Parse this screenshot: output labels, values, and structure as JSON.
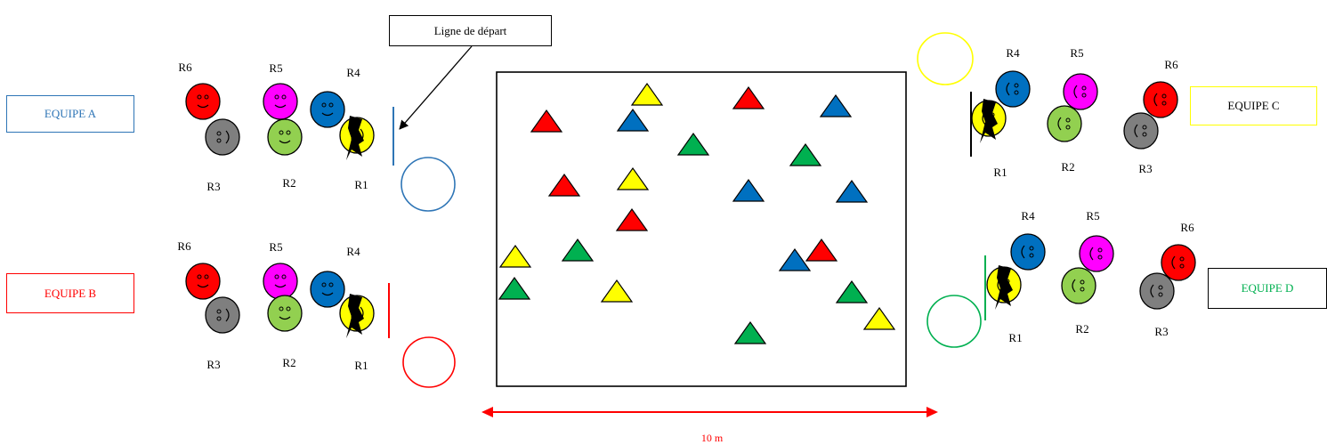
{
  "callout": {
    "text": "Ligne de départ"
  },
  "distance": {
    "text": "10 m",
    "color": "#ff0000"
  },
  "player_colors": {
    "R1": "#ffff00",
    "R2": "#92d050",
    "R3": "#7f7f7f",
    "R4": "#0070c0",
    "R5": "#ff00ff",
    "R6": "#ff0000"
  },
  "cone_colors": {
    "red": "#ff0000",
    "blue": "#0070c0",
    "yellow": "#ffff00",
    "green": "#00b050"
  },
  "teams": [
    {
      "key": "a",
      "name": "EQUIPE A",
      "color": "#2e75b6",
      "labels": {
        "R1": "R1",
        "R2": "R2",
        "R3": "R3",
        "R4": "R4",
        "R5": "R5",
        "R6": "R6"
      }
    },
    {
      "key": "b",
      "name": "EQUIPE B",
      "color": "#ff0000",
      "labels": {
        "R1": "R1",
        "R2": "R2",
        "R3": "R3",
        "R4": "R4",
        "R5": "R5",
        "R6": "R6"
      }
    },
    {
      "key": "c",
      "name": "EQUIPE C",
      "color": "#ffff00",
      "labels": {
        "R1": "R1",
        "R2": "R2",
        "R3": "R3",
        "R4": "R4",
        "R5": "R5",
        "R6": "R6"
      }
    },
    {
      "key": "d",
      "name": "EQUIPE D",
      "color": "#00b050",
      "labels": {
        "R1": "R1",
        "R2": "R2",
        "R3": "R3",
        "R4": "R4",
        "R5": "R5",
        "R6": "R6"
      }
    }
  ]
}
